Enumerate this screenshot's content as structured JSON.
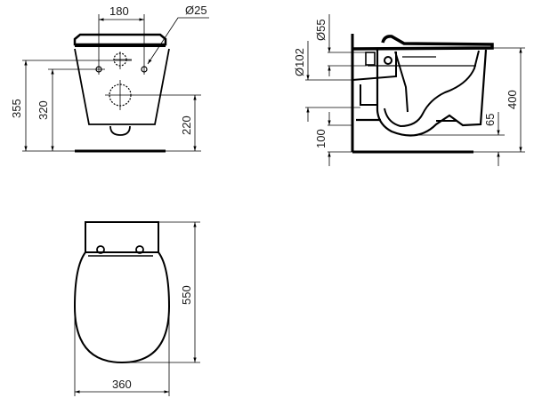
{
  "drawing": {
    "front_view": {
      "hole_spacing": "180",
      "fixing_hole_diameter": "Ø25",
      "upper_height": "355",
      "fixing_height": "320",
      "outlet_height": "220"
    },
    "side_view": {
      "inlet_diameter": "Ø55",
      "outlet_diameter": "Ø102",
      "floor_to_outlet": "100",
      "trap_height": "65",
      "bowl_height": "400"
    },
    "top_view": {
      "length": "550",
      "width": "360"
    }
  }
}
